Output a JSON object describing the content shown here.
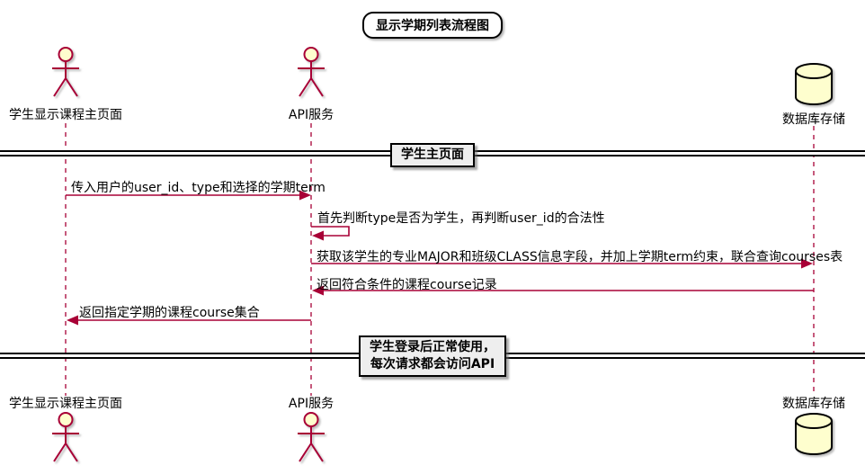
{
  "title": "显示学期列表流程图",
  "colors": {
    "accent": "#A80036",
    "shape_fill": "#FEFECE",
    "divider_fill": "#EEEEEE",
    "outline": "#000000"
  },
  "participants": [
    {
      "id": "student-page",
      "type": "actor",
      "label": "学生显示课程主页面"
    },
    {
      "id": "api-service",
      "type": "actor",
      "label": "API服务"
    },
    {
      "id": "database",
      "type": "database",
      "label": "数据库存储"
    }
  ],
  "dividers": [
    {
      "lines": [
        "学生主页面"
      ]
    },
    {
      "lines": [
        "学生登录后正常使用，",
        "每次请求都会访问API"
      ]
    }
  ],
  "messages": [
    {
      "from": "student-page",
      "to": "api-service",
      "style": "solid",
      "text": "传入用户的user_id、type和选择的学期term"
    },
    {
      "from": "api-service",
      "to": "api-service",
      "style": "self",
      "text": "首先判断type是否为学生，再判断user_id的合法性"
    },
    {
      "from": "api-service",
      "to": "database",
      "style": "solid",
      "text": "获取该学生的专业MAJOR和班级CLASS信息字段，并加上学期term约束，联合查询courses表"
    },
    {
      "from": "database",
      "to": "api-service",
      "style": "solid",
      "text": "返回符合条件的课程course记录"
    },
    {
      "from": "api-service",
      "to": "student-page",
      "style": "solid",
      "text": "返回指定学期的课程course集合"
    }
  ]
}
